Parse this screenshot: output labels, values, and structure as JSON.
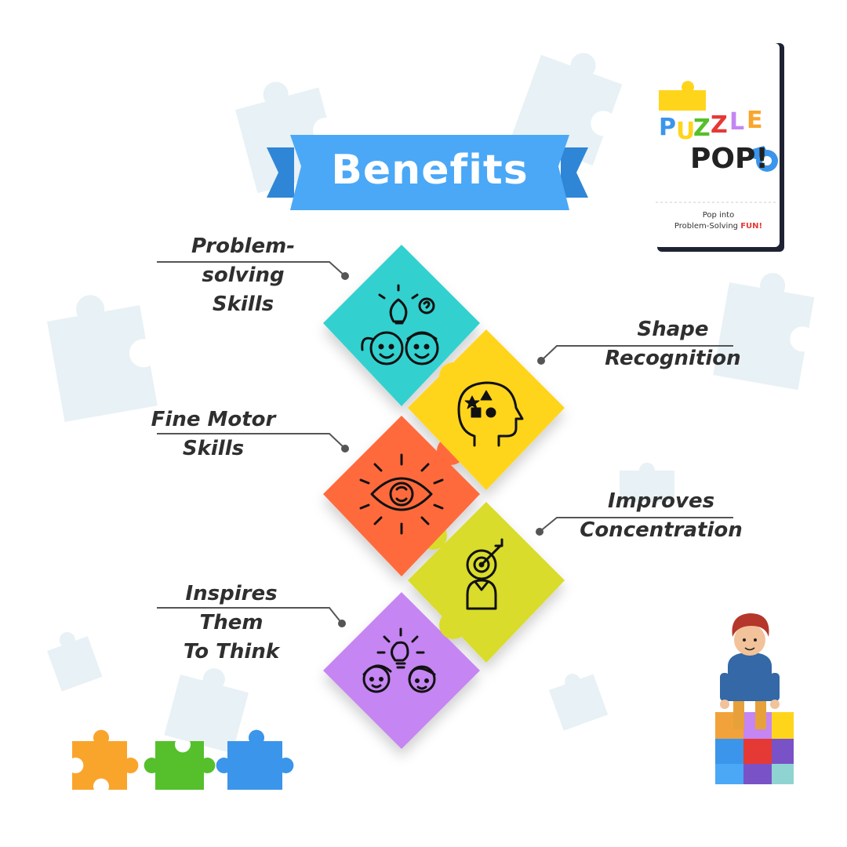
{
  "banner": {
    "title": "Benefits"
  },
  "logo": {
    "line1_letters": [
      "P",
      "U",
      "Z",
      "Z",
      "L",
      "E"
    ],
    "line2": "POP!",
    "tagline_line1": "Pop into",
    "tagline_line2_prefix": "Problem-Solving ",
    "tagline_line2_highlight": "FUN!"
  },
  "benefits": [
    {
      "lines": [
        "Problem-solving",
        "Skills"
      ],
      "color": "#33d1cf",
      "icon": "kids-lightbulb-icon"
    },
    {
      "lines": [
        "Shape",
        "Recognition"
      ],
      "color": "#ffd51c",
      "icon": "head-shapes-icon"
    },
    {
      "lines": [
        "Fine Motor",
        "Skills"
      ],
      "color": "#ff6a3d",
      "icon": "eye-icon"
    },
    {
      "lines": [
        "Improves",
        "Concentration"
      ],
      "color": "#d9dc2a",
      "icon": "person-target-icon"
    },
    {
      "lines": [
        "Inspires Them",
        "To Think"
      ],
      "color": "#c585f2",
      "icon": "people-idea-icon"
    }
  ],
  "colors": {
    "banner": "#4aa8f7",
    "banner_dark": "#2f86d6",
    "bg_puzzle": "#e8f1f5",
    "puzzle_orange": "#f9a52c",
    "puzzle_green": "#55c02b",
    "puzzle_blue": "#3b95ea"
  }
}
